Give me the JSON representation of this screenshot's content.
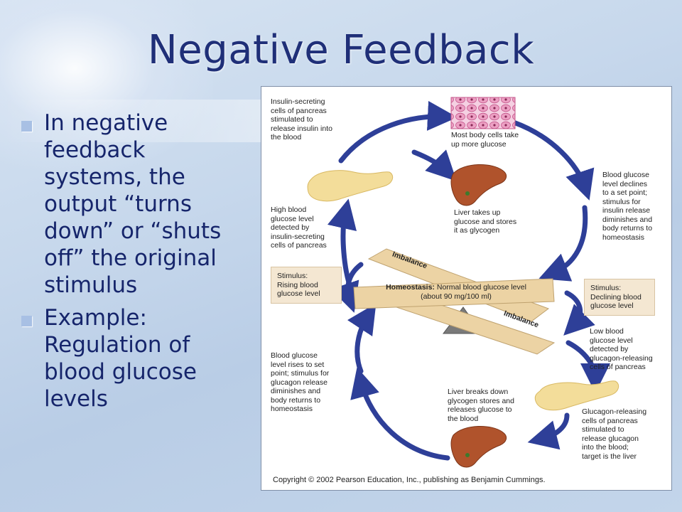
{
  "slide": {
    "title": "Negative Feedback",
    "bullets": [
      "In negative feedback systems, the output “turns down” or “shuts off” the original stimulus",
      "Example: Regulation of blood glucose levels"
    ]
  },
  "diagram": {
    "labels": {
      "insulin_secreting": "Insulin-secreting\ncells of pancreas\nstimulated to\nrelease insulin into\nthe blood",
      "body_cells": "Most body cells take\nup more glucose",
      "liver_stores": "Liver takes up\nglucose and stores\nit as glycogen",
      "blood_declines": "Blood glucose\nlevel declines\nto a set point;\nstimulus for\ninsulin release\ndiminishes and\nbody returns to\nhomeostasis",
      "high_blood": "High blood\nglucose level\ndetected by\ninsulin-secreting\ncells of pancreas",
      "stimulus_rising": "Stimulus:\nRising blood\nglucose level",
      "stimulus_declining": "Stimulus:\nDeclining blood\nglucose level",
      "homeostasis_bold": "Homeostasis:",
      "homeostasis_text": " Normal blood glucose level\n(about 90 mg/100 ml)",
      "imbalance_top": "Imbalance",
      "imbalance_bottom": "Imbalance",
      "low_blood": "Low blood\nglucose level\ndetected by\nglucagon-releasing\ncells of pancreas",
      "blood_rises": "Blood glucose\nlevel rises to set\npoint; stimulus for\nglucagon release\ndiminishes and\nbody returns to\nhomeostasis",
      "liver_breaks": "Liver breaks down\nglycogen stores and\nreleases glucose to\nthe blood",
      "glucagon_releasing": "Glucagon-releasing\ncells of pancreas\nstimulated to\nrelease glucagon\ninto the blood;\ntarget is the liver"
    },
    "copyright": "Copyright © 2002 Pearson Education, Inc., publishing as Benjamin Cummings.",
    "colors": {
      "arrow": "#2e3f98",
      "pancreas": "#f3dd9a",
      "liver": "#b0532c",
      "cells": "#e8a7c7",
      "beam": "#ecd3a4"
    }
  }
}
